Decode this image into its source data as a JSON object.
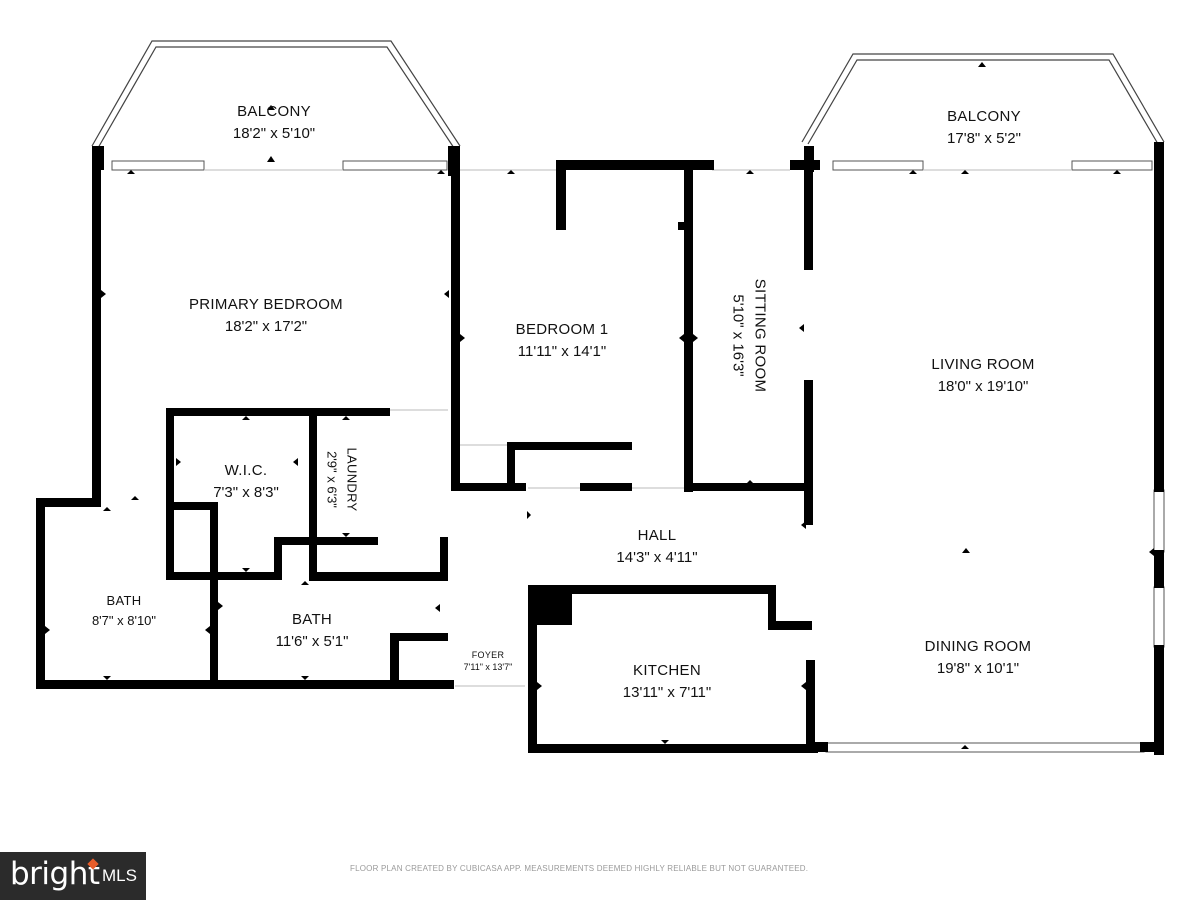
{
  "rooms": {
    "balcony_left": {
      "name": "BALCONY",
      "dims": "18'2\" x 5'10\""
    },
    "balcony_right": {
      "name": "BALCONY",
      "dims": "17'8\" x 5'2\""
    },
    "primary_bedroom": {
      "name": "PRIMARY BEDROOM",
      "dims": "18'2\" x 17'2\""
    },
    "bedroom_1": {
      "name": "BEDROOM 1",
      "dims": "11'11\" x 14'1\""
    },
    "sitting_room": {
      "name": "SITTING ROOM",
      "dims": "5'10\" x 16'3\""
    },
    "living_room": {
      "name": "LIVING ROOM",
      "dims": "18'0\" x 19'10\""
    },
    "wic": {
      "name": "W.I.C.",
      "dims": "7'3\" x 8'3\""
    },
    "laundry": {
      "name": "LAUNDRY",
      "dims": "2'9\" x 6'3\""
    },
    "hall": {
      "name": "HALL",
      "dims": "14'3\" x 4'11\""
    },
    "bath_left": {
      "name": "BATH",
      "dims": "8'7\" x 8'10\""
    },
    "bath_center": {
      "name": "BATH",
      "dims": "11'6\" x 5'1\""
    },
    "foyer": {
      "name": "FOYER",
      "dims": "7'11\" x 13'7\""
    },
    "kitchen": {
      "name": "KITCHEN",
      "dims": "13'11\" x 7'11\""
    },
    "dining_room": {
      "name": "DINING ROOM",
      "dims": "19'8\" x 10'1\""
    }
  },
  "footer": {
    "note": "FLOOR PLAN CREATED BY CUBICASA APP. MEASUREMENTS DEEMED HIGHLY RELIABLE BUT NOT GUARANTEED."
  },
  "brand": {
    "word": "bright",
    "suffix": "MLS",
    "accent_color": "#e85d2a",
    "background_color": "#2b2b2b"
  },
  "colors": {
    "wall": "#000000",
    "window": "#555555",
    "background": "#ffffff"
  }
}
